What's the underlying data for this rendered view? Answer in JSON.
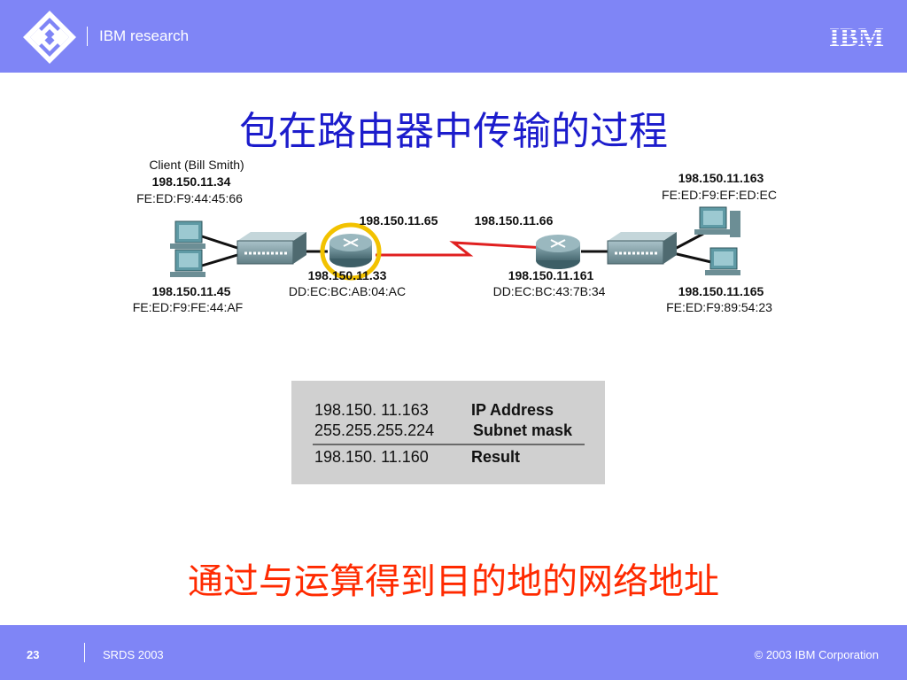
{
  "header": {
    "brand": "IBM research",
    "logo_text": "IBM"
  },
  "slide": {
    "title": "包在路由器中传输的过程",
    "subtitle": "通过与运算得到目的地的网络地址"
  },
  "diagram": {
    "client_top": {
      "name": "Client (Bill Smith)",
      "ip": "198.150.11.34",
      "mac": "FE:ED:F9:44:45:66"
    },
    "client_bottom": {
      "ip": "198.150.11.45",
      "mac": "FE:ED:F9:FE:44:AF"
    },
    "router_left": {
      "serial_ip": "198.150.11.65",
      "lan_ip": "198.150.11.33",
      "lan_mac": "DD:EC:BC:AB:04:AC"
    },
    "router_right": {
      "serial_ip": "198.150.11.66",
      "lan_ip": "198.150.11.161",
      "lan_mac": "DD:EC:BC:43:7B:34"
    },
    "host_top_right": {
      "ip": "198.150.11.163",
      "mac": "FE:ED:F9:EF:ED:EC"
    },
    "host_bottom_right": {
      "ip": "198.150.11.165",
      "mac": "FE:ED:F9:89:54:23"
    },
    "colors": {
      "router_highlight": "#f2c200",
      "serial_link": "#e02020"
    }
  },
  "subnet_table": {
    "rows": [
      {
        "value": "198.150.  11.163",
        "label": "IP Address"
      },
      {
        "value": "255.255.255.224",
        "label": "Subnet mask"
      },
      {
        "value": "198.150.  11.160",
        "label": "Result"
      }
    ]
  },
  "footer": {
    "page": "23",
    "event": "SRDS 2003",
    "copyright": "© 2003 IBM Corporation"
  }
}
